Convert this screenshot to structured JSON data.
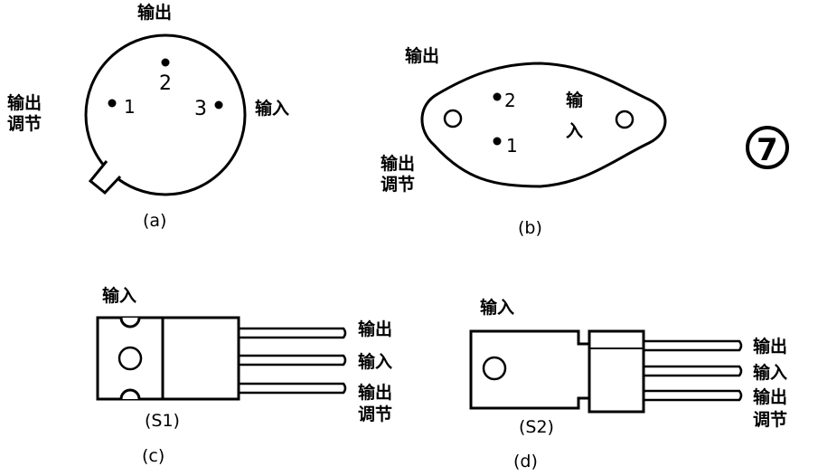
{
  "figure": {
    "badge": "7",
    "a": {
      "caption": "(a)",
      "top_label": "输出",
      "left_label_1": "输出",
      "left_label_2": "调节",
      "right_label": "输入",
      "pin1": "1",
      "pin2": "2",
      "pin3": "3"
    },
    "b": {
      "caption": "(b)",
      "top_label": "输出",
      "right_label_1": "输",
      "right_label_2": "入",
      "bottom_label_1": "输出",
      "bottom_label_2": "调节",
      "pin1": "1",
      "pin2": "2"
    },
    "c": {
      "caption": "(c)",
      "sub": "(S1)",
      "top_label": "输入",
      "pin_top": "输出",
      "pin_mid": "输入",
      "pin_bot_1": "输出",
      "pin_bot_2": "调节"
    },
    "d": {
      "caption": "(d)",
      "sub": "(S2)",
      "top_label": "输入",
      "pin_top": "输出",
      "pin_mid": "输入",
      "pin_bot_1": "输出",
      "pin_bot_2": "调节"
    }
  }
}
